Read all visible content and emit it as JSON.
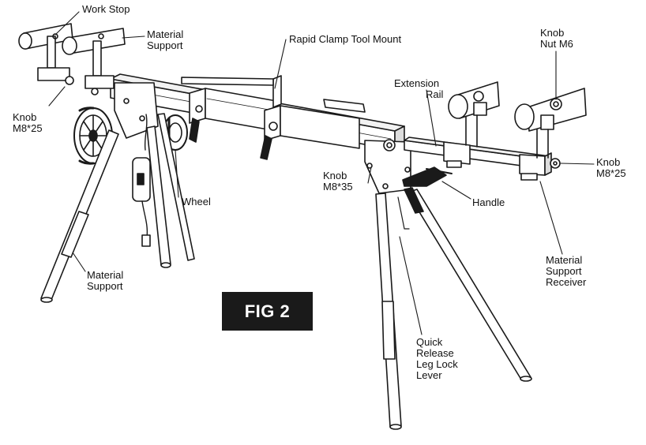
{
  "figure": {
    "badge": "FIG 2",
    "ink_color": "#1a1a1a",
    "background": "#ffffff"
  },
  "callouts": {
    "work_stop": [
      "Work Stop"
    ],
    "material_support_top": [
      "Material",
      "Support"
    ],
    "rapid_clamp_tool_mount": [
      "Rapid Clamp Tool Mount"
    ],
    "knob_nut_m6": [
      "Knob",
      "Nut M6"
    ],
    "extension_rail": [
      "Extension",
      "Rail"
    ],
    "knob_m8x25_left": [
      "Knob",
      "M8*25"
    ],
    "knob_m8x25_right": [
      "Knob",
      "M8*25"
    ],
    "knob_m8x35": [
      "Knob",
      "M8*35"
    ],
    "wheel": [
      "Wheel"
    ],
    "handle": [
      "Handle"
    ],
    "material_support_bottom": [
      "Material",
      "Support"
    ],
    "material_support_receiver": [
      "Material",
      "Support",
      "Receiver"
    ],
    "quick_release_leg_lock_lever": [
      "Quick",
      "Release",
      "Leg Lock",
      "Lever"
    ]
  }
}
